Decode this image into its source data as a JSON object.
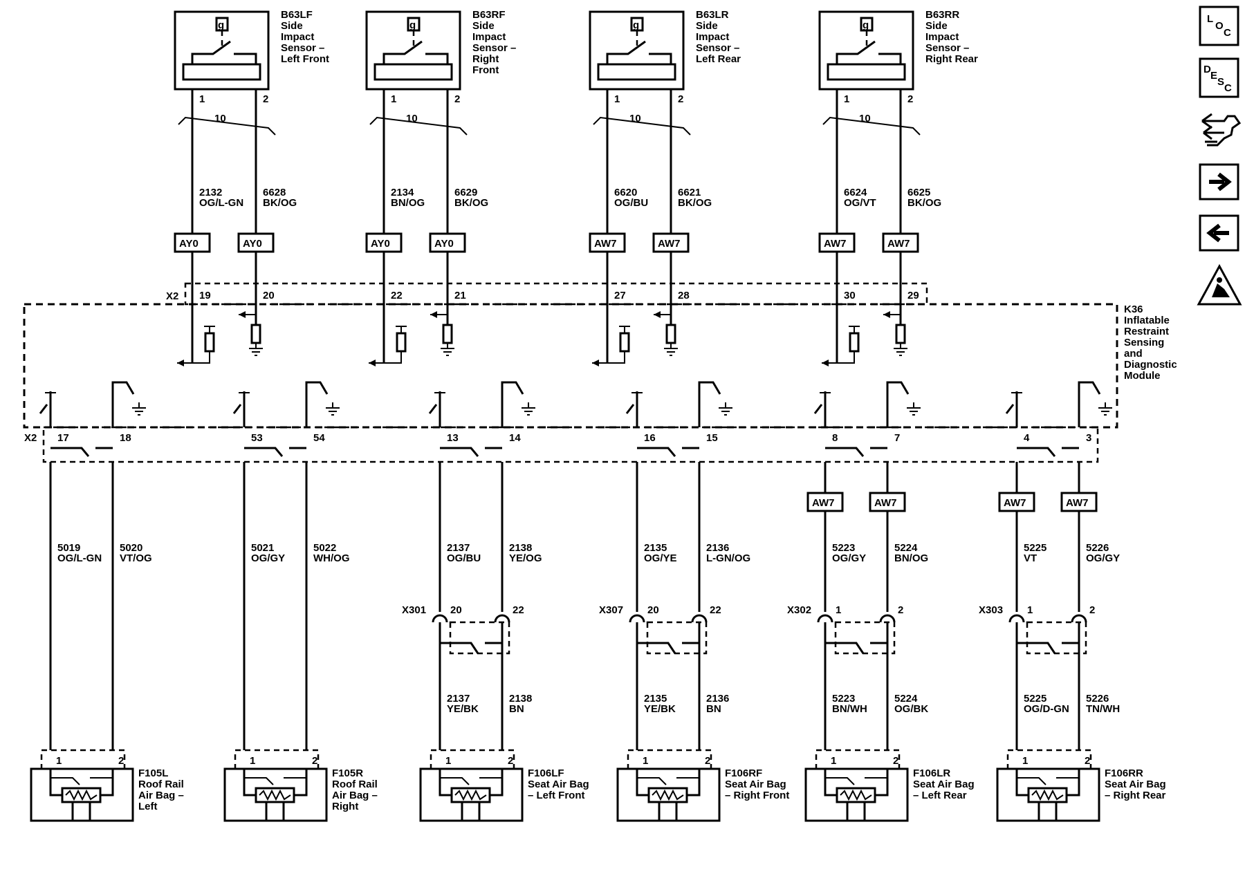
{
  "sensors": [
    {
      "id": "B63LF",
      "desc": [
        "Side",
        "Impact",
        "Sensor –",
        "Left Front"
      ],
      "pin_a": "1",
      "pin_b": "2",
      "twist": "10",
      "wire_a": {
        "circuit": "2132",
        "color": "OG/L-GN"
      },
      "wire_b": {
        "circuit": "6628",
        "color": "BK/OG"
      },
      "conn_a": "AY0",
      "conn_b": "AY0",
      "x2_pin_a": "19",
      "x2_pin_b": "20"
    },
    {
      "id": "B63RF",
      "desc": [
        "Side",
        "Impact",
        "Sensor –",
        "Right",
        "Front"
      ],
      "pin_a": "1",
      "pin_b": "2",
      "twist": "10",
      "wire_a": {
        "circuit": "2134",
        "color": "BN/OG"
      },
      "wire_b": {
        "circuit": "6629",
        "color": "BK/OG"
      },
      "conn_a": "AY0",
      "conn_b": "AY0",
      "x2_pin_a": "22",
      "x2_pin_b": "21"
    },
    {
      "id": "B63LR",
      "desc": [
        "Side",
        "Impact",
        "Sensor –",
        "Left Rear"
      ],
      "pin_a": "1",
      "pin_b": "2",
      "twist": "10",
      "wire_a": {
        "circuit": "6620",
        "color": "OG/BU"
      },
      "wire_b": {
        "circuit": "6621",
        "color": "BK/OG"
      },
      "conn_a": "AW7",
      "conn_b": "AW7",
      "x2_pin_a": "27",
      "x2_pin_b": "28"
    },
    {
      "id": "B63RR",
      "desc": [
        "Side",
        "Impact",
        "Sensor –",
        "Right Rear"
      ],
      "pin_a": "1",
      "pin_b": "2",
      "twist": "10",
      "wire_a": {
        "circuit": "6624",
        "color": "OG/VT"
      },
      "wire_b": {
        "circuit": "6625",
        "color": "BK/OG"
      },
      "conn_a": "AW7",
      "conn_b": "AW7",
      "x2_pin_a": "30",
      "x2_pin_b": "29"
    }
  ],
  "x2_label": "X2",
  "module": {
    "id": "K36",
    "desc": [
      "Inflatable",
      "Restraint",
      "Sensing",
      "and",
      "Diagnostic",
      "Module"
    ]
  },
  "airbags": [
    {
      "id": "F105L",
      "desc": [
        "Roof Rail",
        "Air Bag –",
        "Left"
      ],
      "x2_pin_a": "17",
      "x2_pin_b": "18",
      "wire_a": {
        "circuit": "5019",
        "color": "OG/L-GN"
      },
      "wire_b": {
        "circuit": "5020",
        "color": "VT/OG"
      }
    },
    {
      "id": "F105R",
      "desc": [
        "Roof Rail",
        "Air Bag –",
        "Right"
      ],
      "x2_pin_a": "53",
      "x2_pin_b": "54",
      "wire_a": {
        "circuit": "5021",
        "color": "OG/GY"
      },
      "wire_b": {
        "circuit": "5022",
        "color": "WH/OG"
      }
    },
    {
      "id": "F106LF",
      "desc": [
        "Seat Air Bag",
        "– Left Front"
      ],
      "x2_pin_a": "13",
      "x2_pin_b": "14",
      "wire_a": {
        "circuit": "2137",
        "color": "OG/BU"
      },
      "wire_b": {
        "circuit": "2138",
        "color": "YE/OG"
      },
      "inline": "X301",
      "inline_pin_a": "20",
      "inline_pin_b": "22",
      "low_wire_a": {
        "circuit": "2137",
        "color": "YE/BK"
      },
      "low_wire_b": {
        "circuit": "2138",
        "color": "BN"
      }
    },
    {
      "id": "F106RF",
      "desc": [
        "Seat Air Bag",
        "– Right Front"
      ],
      "x2_pin_a": "16",
      "x2_pin_b": "15",
      "wire_a": {
        "circuit": "2135",
        "color": "OG/YE"
      },
      "wire_b": {
        "circuit": "2136",
        "color": "L-GN/OG"
      },
      "inline": "X307",
      "inline_pin_a": "20",
      "inline_pin_b": "22",
      "low_wire_a": {
        "circuit": "2135",
        "color": "YE/BK"
      },
      "low_wire_b": {
        "circuit": "2136",
        "color": "BN"
      }
    },
    {
      "id": "F106LR",
      "desc": [
        "Seat Air Bag",
        "– Left Rear"
      ],
      "x2_pin_a": "8",
      "x2_pin_b": "7",
      "conn_a": "AW7",
      "conn_b": "AW7",
      "wire_a": {
        "circuit": "5223",
        "color": "OG/GY"
      },
      "wire_b": {
        "circuit": "5224",
        "color": "BN/OG"
      },
      "inline": "X302",
      "inline_pin_a": "1",
      "inline_pin_b": "2",
      "low_wire_a": {
        "circuit": "5223",
        "color": "BN/WH"
      },
      "low_wire_b": {
        "circuit": "5224",
        "color": "OG/BK"
      }
    },
    {
      "id": "F106RR",
      "desc": [
        "Seat Air Bag",
        "– Right Rear"
      ],
      "x2_pin_a": "4",
      "x2_pin_b": "3",
      "conn_a": "AW7",
      "conn_b": "AW7",
      "wire_a": {
        "circuit": "5225",
        "color": "VT"
      },
      "wire_b": {
        "circuit": "5226",
        "color": "OG/GY"
      },
      "inline": "X303",
      "inline_pin_a": "1",
      "inline_pin_b": "2",
      "low_wire_a": {
        "circuit": "5225",
        "color": "OG/D-GN"
      },
      "low_wire_b": {
        "circuit": "5226",
        "color": "TN/WH"
      }
    }
  ],
  "airbag_pin_a": "1",
  "airbag_pin_b": "2",
  "sidebar": {
    "loc": {
      "l1": "L",
      "l2": "O",
      "l3": "C"
    },
    "desc": {
      "l1": "D",
      "l2": "E",
      "l3": "S",
      "l4": "C"
    },
    "icons": [
      "connector-view-icon",
      "next-page-icon",
      "previous-page-icon",
      "esd-warning-icon"
    ]
  }
}
